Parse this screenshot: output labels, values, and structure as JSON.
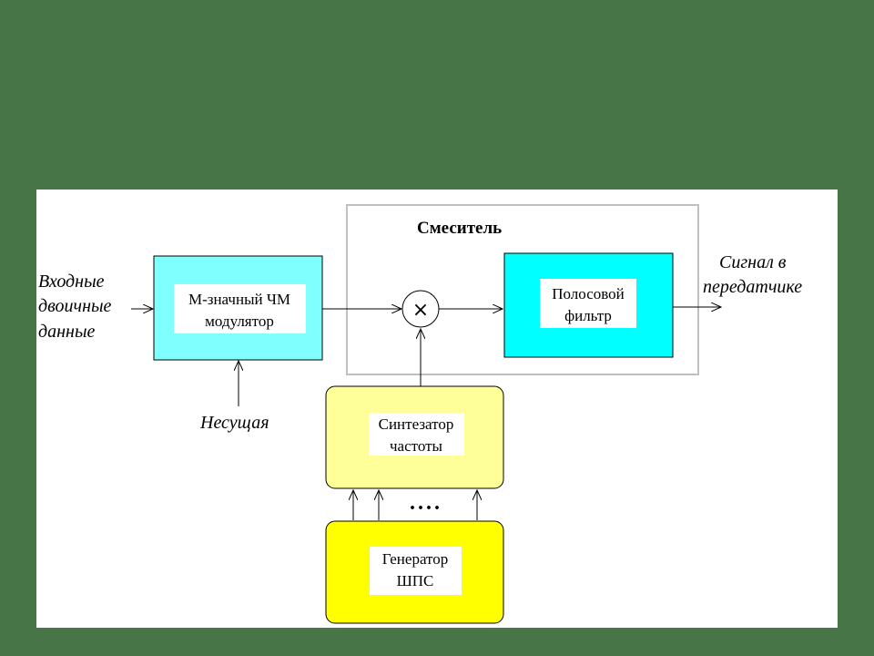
{
  "diagram": {
    "input_label": [
      "Входные",
      "двоичные",
      "данные"
    ],
    "carrier_label": "Несущая",
    "output_label": [
      "Сигнал в",
      "передатчике"
    ],
    "mixer_title": "Смеситель",
    "mixer_symbol": "×",
    "modulator": [
      "М-значный ЧМ",
      "модулятор"
    ],
    "bandpass_filter": [
      "Полосовой",
      "фильтр"
    ],
    "synthesizer": [
      "Синтезатор",
      "частоты"
    ],
    "generator": [
      "Генератор",
      "ШПС"
    ],
    "ellipsis": "....",
    "colors": {
      "background": "#477547",
      "cyan_light": "#80ffff",
      "cyan": "#00ffff",
      "yellow_light": "#ffff99",
      "yellow": "#ffff00"
    }
  }
}
